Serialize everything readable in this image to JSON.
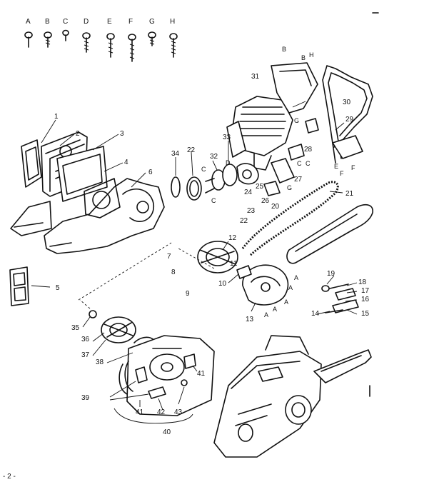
{
  "screw_letters": [
    "A",
    "B",
    "C",
    "D",
    "E",
    "F",
    "G",
    "H"
  ],
  "part_numbers": {
    "p1": "1",
    "p2": "2",
    "p3": "3",
    "p4": "4",
    "p5": "5",
    "p6": "6",
    "p7": "7",
    "p8": "8",
    "p9": "9",
    "p10": "10",
    "p11": "11",
    "p12": "12",
    "p13": "13",
    "p14": "14",
    "p15": "15",
    "p16": "16",
    "p17": "17",
    "p18": "18",
    "p19": "19",
    "p20": "20",
    "p21": "21",
    "p22a": "22",
    "p22b": "22",
    "p23": "23",
    "p24": "24",
    "p25": "25",
    "p26": "26",
    "p27": "27",
    "p28": "28",
    "p29": "29",
    "p30": "30",
    "p31": "31",
    "p32": "32",
    "p33": "33",
    "p34": "34",
    "p35": "35",
    "p36": "36",
    "p37": "37",
    "p38": "38",
    "p39": "39",
    "p40": "40",
    "p41a": "41",
    "p41b": "41",
    "p42": "42",
    "p43": "43"
  },
  "callout_letters": {
    "b1": "B",
    "b2": "B",
    "h1": "H",
    "g1": "G",
    "g2": "G",
    "c1": "C",
    "c2": "C",
    "c3": "C",
    "c4": "C",
    "d1": "D",
    "e1": "E",
    "f1": "F",
    "f2": "F",
    "a1": "A",
    "a2": "A",
    "a3": "A",
    "a4": "A",
    "a5": "A"
  },
  "page_number": "- 2 -"
}
